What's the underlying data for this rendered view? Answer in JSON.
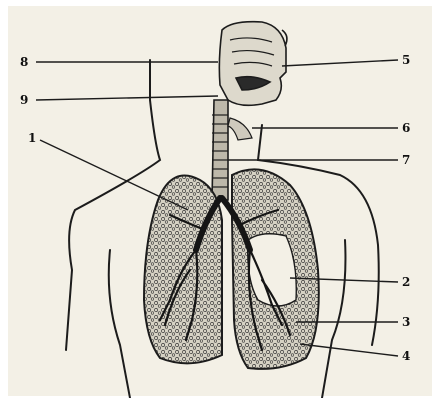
{
  "diagram": {
    "subject": "respiratory-system",
    "style": "black ink engraving on cream paper",
    "colors": {
      "paper": "#f3f0e6",
      "ink": "#1c1c1c",
      "lung_fill": "#d7d3c6"
    },
    "labels": [
      {
        "id": "label-top-left",
        "text": "8"
      },
      {
        "id": "label-upper-left",
        "text": "9"
      },
      {
        "id": "label-mid-left",
        "text": "1"
      },
      {
        "id": "label-top-right",
        "text": "5"
      },
      {
        "id": "label-upper-right",
        "text": "6"
      },
      {
        "id": "label-mid-right",
        "text": "7"
      },
      {
        "id": "label-lower-right-1",
        "text": "2"
      },
      {
        "id": "label-lower-right-2",
        "text": "3"
      },
      {
        "id": "label-bottom-right",
        "text": "4"
      }
    ]
  }
}
